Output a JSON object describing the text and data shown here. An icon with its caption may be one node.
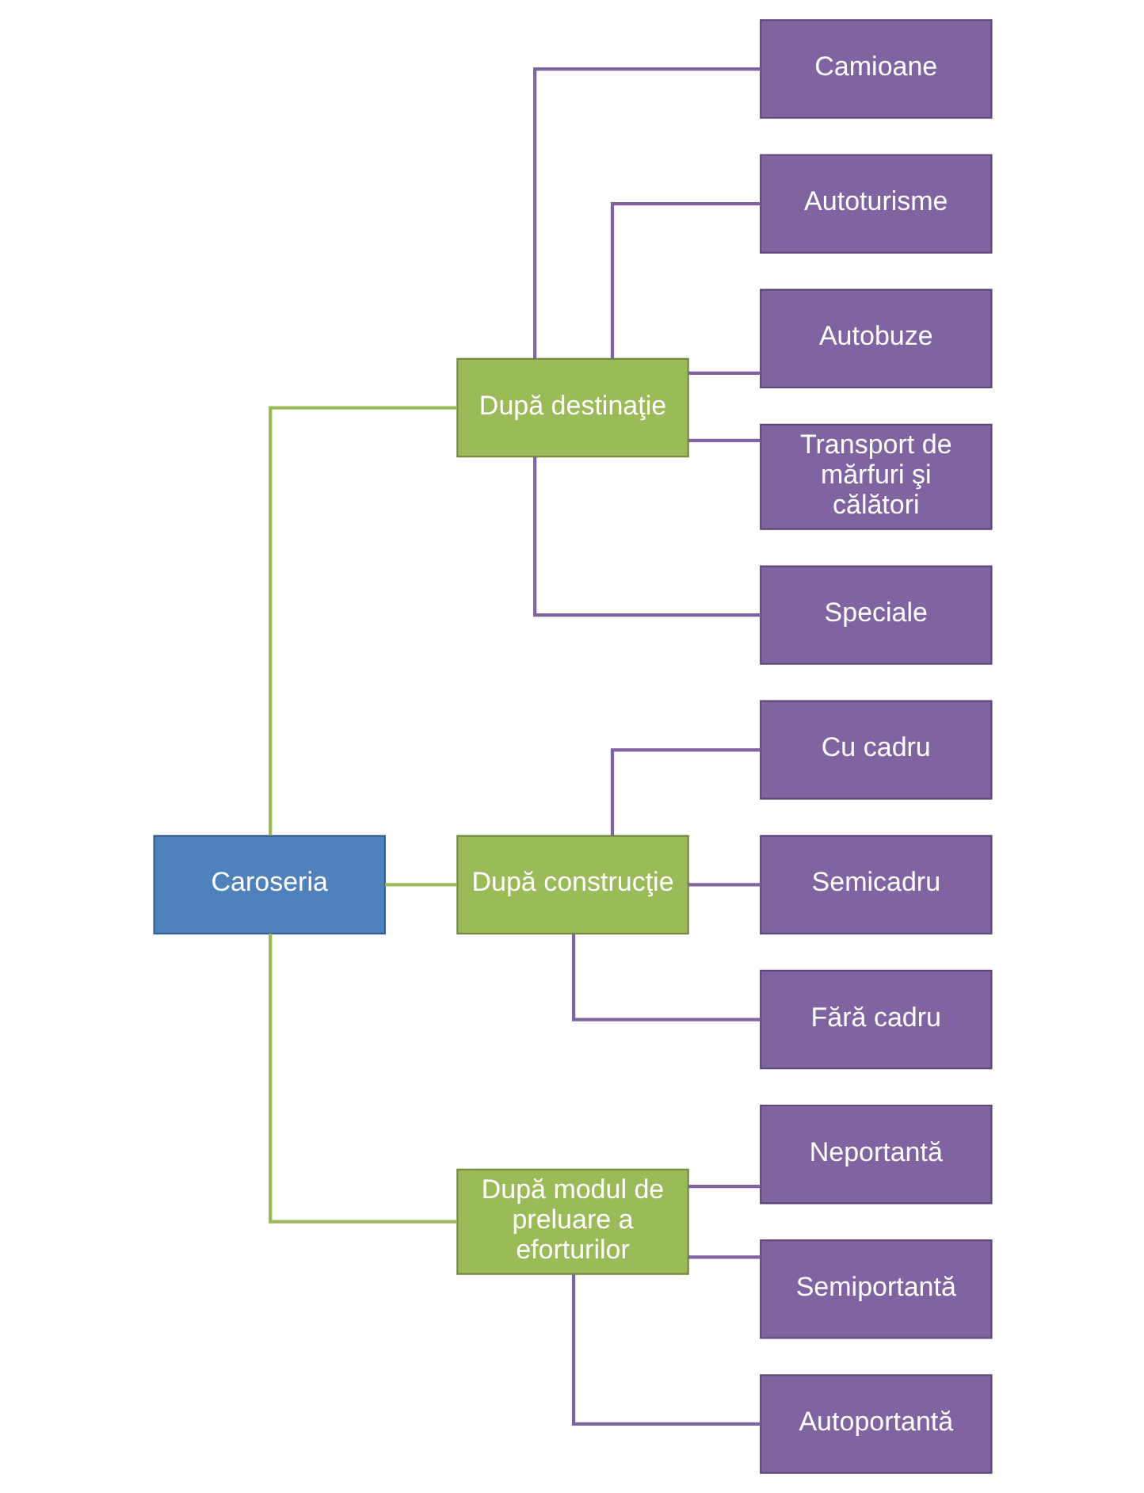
{
  "diagram": {
    "nodes": [
      {
        "text": [
          "Caroseria"
        ]
      },
      {
        "text": [
          "După destinaţie"
        ]
      },
      {
        "text": [
          "După construcţie"
        ]
      },
      {
        "text": [
          "După modul de preluare a eforturilor"
        ]
      },
      {
        "text": [
          "Camioane"
        ]
      },
      {
        "text": [
          "Autoturisme"
        ]
      },
      {
        "text": [
          "Autobuze"
        ]
      },
      {
        "text": [
          "Transport de mărfuri şi călători"
        ]
      },
      {
        "text": [
          "Speciale"
        ]
      },
      {
        "text": [
          "Cu cadru"
        ]
      },
      {
        "text": [
          "Semicadru"
        ]
      },
      {
        "text": [
          "Fără cadru"
        ]
      },
      {
        "text": [
          "Neportantă"
        ]
      },
      {
        "text": [
          "Semiportantă"
        ]
      },
      {
        "text": [
          "Autoportantă"
        ]
      }
    ],
    "edges": [
      {
        "from": 0,
        "to": 1,
        "arrow": "none",
        "color": "#9bbb59"
      },
      {
        "from": 0,
        "to": 2,
        "arrow": "none",
        "color": "#9bbb59"
      },
      {
        "from": 0,
        "to": 3,
        "arrow": "none",
        "color": "#9bbb59"
      },
      {
        "from": 1,
        "to": 4,
        "arrow": "none"
      },
      {
        "from": 1,
        "to": 5,
        "arrow": "none"
      },
      {
        "from": 1,
        "to": 6,
        "arrow": "none"
      },
      {
        "from": 1,
        "to": 7,
        "arrow": "none"
      },
      {
        "from": 1,
        "to": 8,
        "arrow": "none"
      },
      {
        "from": 2,
        "to": 9,
        "arrow": "none"
      },
      {
        "from": 2,
        "to": 10,
        "arrow": "none"
      },
      {
        "from": 2,
        "to": 11,
        "arrow": "none"
      },
      {
        "from": 3,
        "to": 12,
        "arrow": "none"
      },
      {
        "from": 3,
        "to": 13,
        "arrow": "none"
      },
      {
        "from": 3,
        "to": 14,
        "arrow": "none"
      }
    ]
  }
}
